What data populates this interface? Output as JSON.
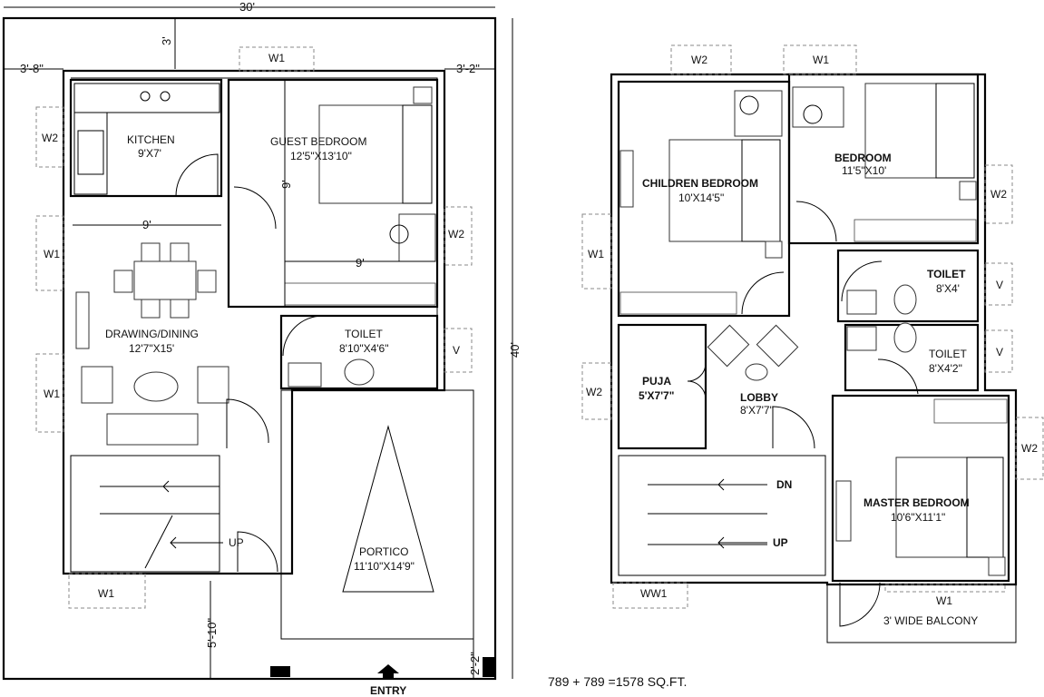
{
  "ground_floor": {
    "plot_width": "30'",
    "plot_depth": "40'",
    "setback_top": "3'",
    "setback_left": "3'-8\"",
    "setback_right": "3'-2\"",
    "setback_front": "5'-10\"",
    "gate_offset": "2'-2\"",
    "dim_kitchen_width": "9'",
    "dim_bedroom_width": "9'",
    "dim_bedroom_depth": "9'",
    "kitchen": {
      "name": "KITCHEN",
      "size": "9'X7'"
    },
    "guest_bedroom": {
      "name": "GUEST BEDROOM",
      "size": "12'5\"X13'10\""
    },
    "drawing_dining": {
      "name": "DRAWING/DINING",
      "size": "12'7\"X15'"
    },
    "toilet": {
      "name": "TOILET",
      "size": "8'10\"X4'6\""
    },
    "portico": {
      "name": "PORTICO",
      "size": "11'10\"X14'9\""
    },
    "stair_up": "UP",
    "entry": "ENTRY",
    "windows": {
      "w1": "W1",
      "w2": "W2",
      "v": "V"
    }
  },
  "first_floor": {
    "children_bedroom": {
      "name": "CHILDREN BEDROOM",
      "size": "10'X14'5\""
    },
    "bedroom": {
      "name": "BEDROOM",
      "size": "11'5\"X10'"
    },
    "toilet1": {
      "name": "TOILET",
      "size": "8'X4'"
    },
    "toilet2": {
      "name": "TOILET",
      "size": "8'X4'2\""
    },
    "puja": {
      "name": "PUJA",
      "size": "5'X7'7\""
    },
    "lobby": {
      "name": "LOBBY",
      "size": "8'X7'7\""
    },
    "master_bedroom": {
      "name": "MASTER BEDROOM",
      "size": "10'6\"X11'1\""
    },
    "balcony": "3' WIDE BALCONY",
    "stair_dn": "DN",
    "stair_up": "UP",
    "window_ww1": "WW1"
  },
  "area_note": "789 + 789 =1578 SQ.FT."
}
